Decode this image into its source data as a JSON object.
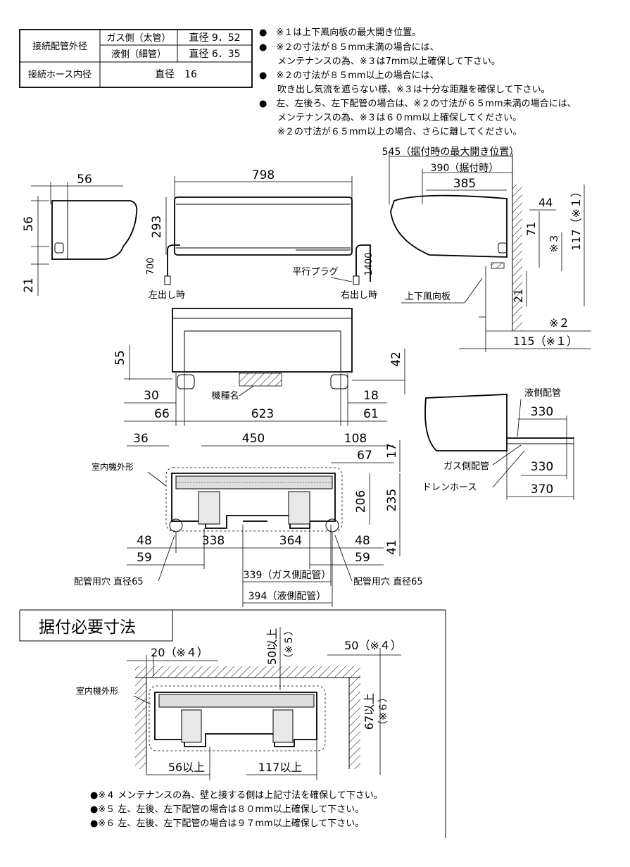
{
  "spec_table": {
    "row1_label": "接続配管外径",
    "gas_label": "ガス側（太管）",
    "gas_value": "直径 9．52",
    "liquid_label": "液側（細管）",
    "liquid_value": "直径 6．35",
    "row2_label": "接続ホース内径",
    "hose_value": "直径　16"
  },
  "notes_top": [
    "●　※１は上下風向板の最大開き位置。",
    "●　※２の寸法が８５mm未満の場合には、",
    "　　メンテナンスの為、※３は7mm以上確保して下さい。",
    "●　※２の寸法が８５mm以上の場合には、",
    "　　吹き出し気流を遮らない様、※３は十分な距離を確保して下さい。",
    "●　左、左後ろ、左下配管の場合は、※２の寸法が６５mm未満の場合には、",
    "　　メンテナンスの為、※３は６０mm以上確保してください。",
    "　　※２の寸法が６５mm以上の場合、さらに離してください。"
  ],
  "side_view_left": {
    "d56_top": "56",
    "d56_side": "56",
    "d21": "21"
  },
  "front_view": {
    "width": "798",
    "height": "293",
    "d700": "700",
    "d1400": "1400",
    "plug": "平行プラグ",
    "left_out": "左出し時",
    "right_out": "右出し時"
  },
  "side_view_right": {
    "d545": "545（据付時の最大開き位置）",
    "d390": "390（据付時）",
    "d385": "385",
    "d44": "44",
    "d71": "71",
    "mark3": "※３",
    "d117": "117（※１）",
    "d21": "21",
    "mark2": "※２",
    "d115": "115（※１）",
    "louver": "上下風向板"
  },
  "bottom_view": {
    "d55": "55",
    "d42": "42",
    "d30": "30",
    "d66": "66",
    "d623": "623",
    "d18": "18",
    "d61": "61",
    "model_label": "機種名"
  },
  "pipe_view": {
    "liquid_pipe": "液側配管",
    "d330a": "330",
    "gas_pipe": "ガス側配管",
    "d330b": "330",
    "drain": "ドレンホース",
    "d370": "370"
  },
  "rear_view": {
    "d36": "36",
    "d450": "450",
    "d108": "108",
    "d17": "17",
    "d67": "67",
    "outline_label": "室内機外形",
    "d206": "206",
    "d235": "235",
    "d48a": "48",
    "d338": "338",
    "d364": "364",
    "d48b": "48",
    "d41": "41",
    "d59a": "59",
    "d59b": "59",
    "d339": "339（ガス側配管）",
    "d394": "394（液側配管）",
    "hole_left": "配管用穴 直径65",
    "hole_right": "配管用穴 直径65"
  },
  "install_box": {
    "title": "据付必要寸法",
    "d20": "20（※４）",
    "d50top": "50以上",
    "mark5": "（※５）",
    "d50r": "50（※４）",
    "outline_label": "室内機外形",
    "d67": "67以上",
    "mark6": "（※６）",
    "d56": "56以上",
    "d117": "117以上",
    "notes": [
      "●※４ メンテナンスの為、壁と接する側は上記寸法を確保して下さい。",
      "●※５ 左、左後、左下配管の場合は８０mm以上確保して下さい。",
      "●※６ 左、左後、左下配管の場合は９７mm以上確保して下さい。"
    ]
  }
}
